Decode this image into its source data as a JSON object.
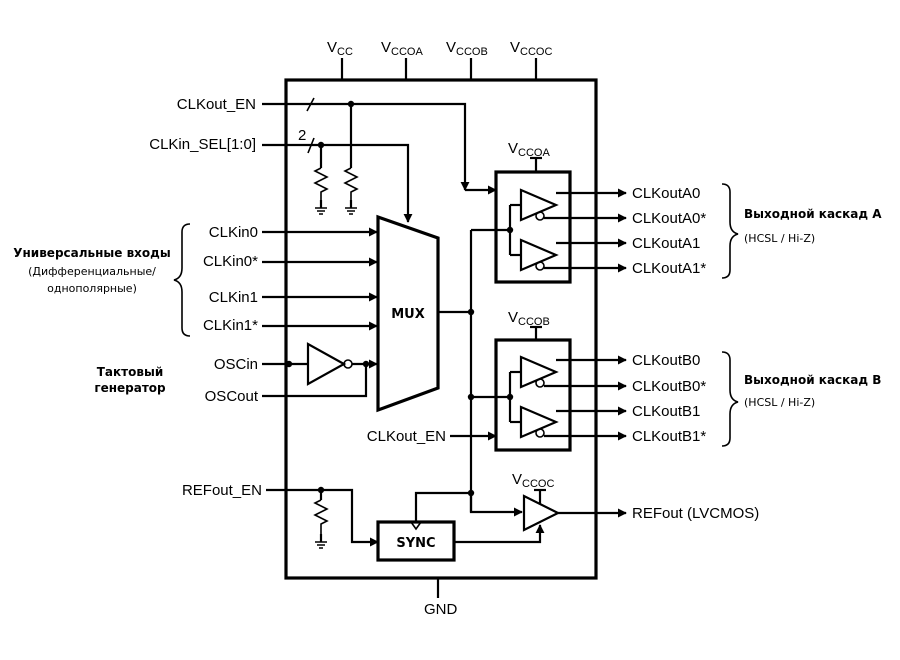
{
  "supply": {
    "vcc": {
      "main": "V",
      "sub": "CC"
    },
    "vccoa": {
      "main": "V",
      "sub": "CCOA"
    },
    "vccob": {
      "main": "V",
      "sub": "CCOB"
    },
    "vccoc": {
      "main": "V",
      "sub": "CCOC"
    }
  },
  "gnd": "GND",
  "control": {
    "clkout_en": "CLKout_EN",
    "clkin_sel": "CLKin_SEL[1:0]",
    "bus_width": "2",
    "clkout_en_b": "CLKout_EN",
    "refout_en": "REFout_EN"
  },
  "inputs": {
    "clkin0": "CLKin0",
    "clkin0n": "CLKin0*",
    "clkin1": "CLKin1",
    "clkin1n": "CLKin1*",
    "group_title": "Универсальные входы",
    "group_sub1": "(Дифференциальные/",
    "group_sub2": "однополярные)"
  },
  "osc": {
    "oscin": "OSCin",
    "oscout": "OSCout",
    "title1": "Тактовый",
    "title2": "генератор"
  },
  "mux": "MUX",
  "sync": "SYNC",
  "bank_a": {
    "supply": {
      "main": "V",
      "sub": "CCOA"
    },
    "outputs": [
      "CLKoutA0",
      "CLKoutA0*",
      "CLKoutA1",
      "CLKoutA1*"
    ],
    "title": "Выходной каскад A",
    "subtitle": "(HCSL / Hi-Z)"
  },
  "bank_b": {
    "supply": {
      "main": "V",
      "sub": "CCOB"
    },
    "outputs": [
      "CLKoutB0",
      "CLKoutB0*",
      "CLKoutB1",
      "CLKoutB1*"
    ],
    "title": "Выходной каскад B",
    "subtitle": "(HCSL / Hi-Z)"
  },
  "refout": {
    "supply": {
      "main": "V",
      "sub": "CCOC"
    },
    "label": "REFout (LVCMOS)"
  }
}
